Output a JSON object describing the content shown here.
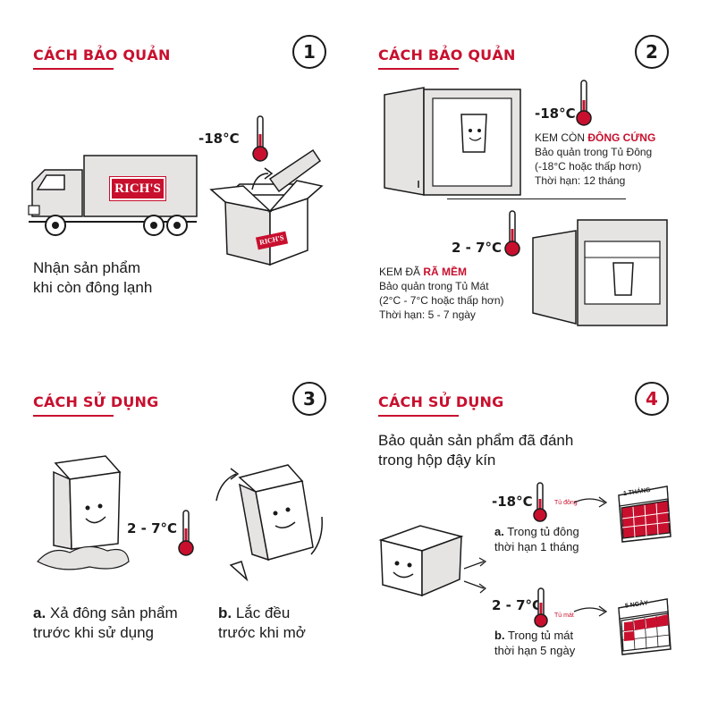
{
  "s1": {
    "title": "CÁCH BẢO QUẢN",
    "number": "1",
    "temp": "-18",
    "temp_unit": "°C",
    "truck_brand": "RICH'S",
    "box_brand": "RICH'S",
    "caption_line1": "Nhận sản phẩm",
    "caption_line2": "khi còn đông lạnh"
  },
  "s2": {
    "title": "CÁCH BẢO QUẢN",
    "number": "2",
    "freezer_temp": "-18",
    "freezer_temp_unit": "°C",
    "freezer_head_prefix": "KEM CÒN ",
    "freezer_head_emph": "ĐÔNG CỨNG",
    "freezer_line1": "Bảo quản trong Tủ Đông",
    "freezer_line2": "(-18°C hoặc thấp hơn)",
    "freezer_line3": "Thời hạn: 12 tháng",
    "fridge_temp": "2 - 7",
    "fridge_temp_unit": "°C",
    "fridge_head_prefix": "KEM ĐÃ ",
    "fridge_head_emph": "RÃ MỀM",
    "fridge_line1": "Bảo quản trong Tủ Mát",
    "fridge_line2": "(2°C - 7°C hoặc thấp hơn)",
    "fridge_line3": "Thời hạn: 5 - 7 ngày"
  },
  "s3": {
    "title": "CÁCH SỬ DỤNG",
    "number": "3",
    "temp": "2 - 7",
    "temp_unit": "°C",
    "a_label": "a.",
    "a_line1": " Xả đông sản phẩm",
    "a_line2": "trước khi sử dụng",
    "b_label": "b.",
    "b_line1": " Lắc đều",
    "b_line2": "trước khi mở"
  },
  "s4": {
    "title": "CÁCH SỬ DỤNG",
    "number": "4",
    "intro_line1": "Bảo quản sản phẩm đã đánh",
    "intro_line2": "trong hộp đậy kín",
    "freezer_temp": "-18",
    "freezer_temp_unit": "°C",
    "freezer_tag": "Tủ đông",
    "calendar1_label": "1 THÁNG",
    "a_label": "a.",
    "a_line1": " Trong tủ đông",
    "a_line2": "thời hạn 1 tháng",
    "fridge_temp": "2 - 7",
    "fridge_temp_unit": "°C",
    "fridge_tag": "Tủ mát",
    "calendar2_label": "5 NGÀY",
    "b_label": "b.",
    "b_line1": " Trong tủ mát",
    "b_line2": "thời hạn 5 ngày"
  },
  "colors": {
    "accent": "#c8102e",
    "ink": "#1a1a1a",
    "fill": "#e6e4e3"
  }
}
